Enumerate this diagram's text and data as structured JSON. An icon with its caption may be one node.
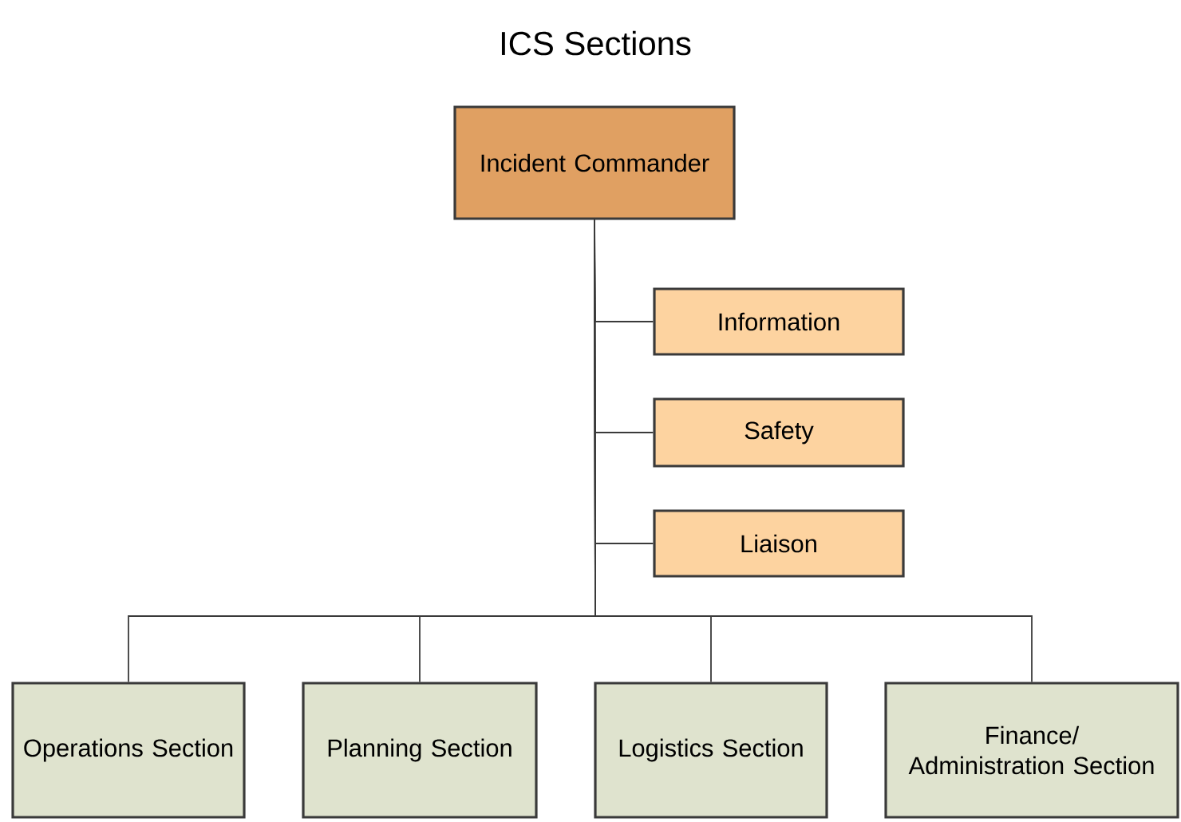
{
  "diagram": {
    "title": "ICS Sections",
    "nodes": [
      {
        "text": [
          "Incident Commander"
        ]
      },
      {
        "text": [
          "Information"
        ]
      },
      {
        "text": [
          "Safety"
        ]
      },
      {
        "text": [
          "Liaison"
        ]
      },
      {
        "text": [
          "Operations Section"
        ]
      },
      {
        "text": [
          "Planning Section"
        ]
      },
      {
        "text": [
          "Logistics Section"
        ]
      },
      {
        "text": [
          "Finance/ Administration Section"
        ]
      }
    ],
    "edges": [
      {
        "from": 0,
        "to": 1,
        "arrow": "none"
      },
      {
        "from": 0,
        "to": 2,
        "arrow": "none"
      },
      {
        "from": 0,
        "to": 3,
        "arrow": "none"
      },
      {
        "from": 0,
        "to": 4,
        "arrow": "none"
      },
      {
        "from": 0,
        "to": 5,
        "arrow": "none"
      },
      {
        "from": 0,
        "to": 6,
        "arrow": "none"
      },
      {
        "from": 0,
        "to": 7,
        "arrow": "none"
      }
    ]
  }
}
